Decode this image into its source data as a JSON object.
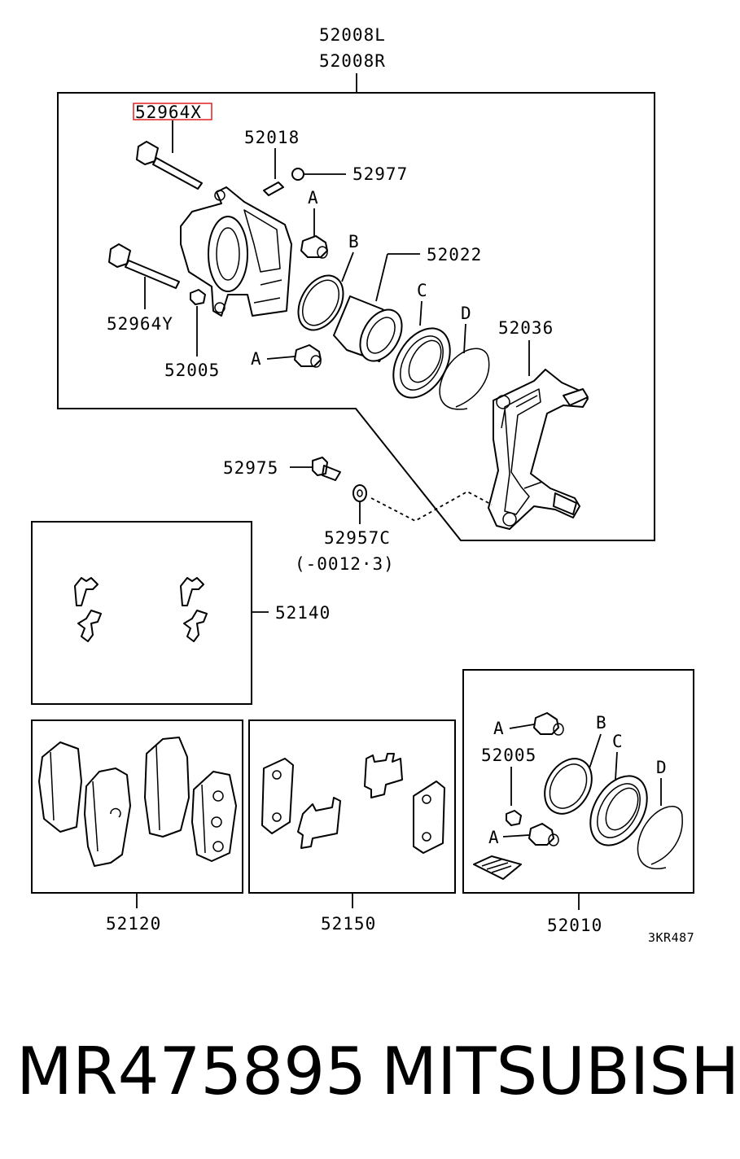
{
  "callouts": {
    "assembly_l": "52008L",
    "assembly_r": "52008R",
    "pin_x": "52964X",
    "bleeder": "52018",
    "cap": "52977",
    "piston": "52022",
    "pin_y": "52964Y",
    "boot_small": "52005",
    "support": "52036",
    "bolt": "52975",
    "washer": "52957C",
    "washer_note": "(-0012·3)",
    "clip_kit": "52140",
    "pad_set": "52120",
    "shim_kit": "52150",
    "seal_kit": "52010",
    "kit_boot": "52005",
    "diagram_code": "3KR487"
  },
  "ref_letters": {
    "a": "A",
    "b": "B",
    "c": "C",
    "d": "D"
  },
  "highlight_color": "#e0201e",
  "footer": {
    "part_number": "MR475895",
    "brand": "MITSUBISHI"
  }
}
